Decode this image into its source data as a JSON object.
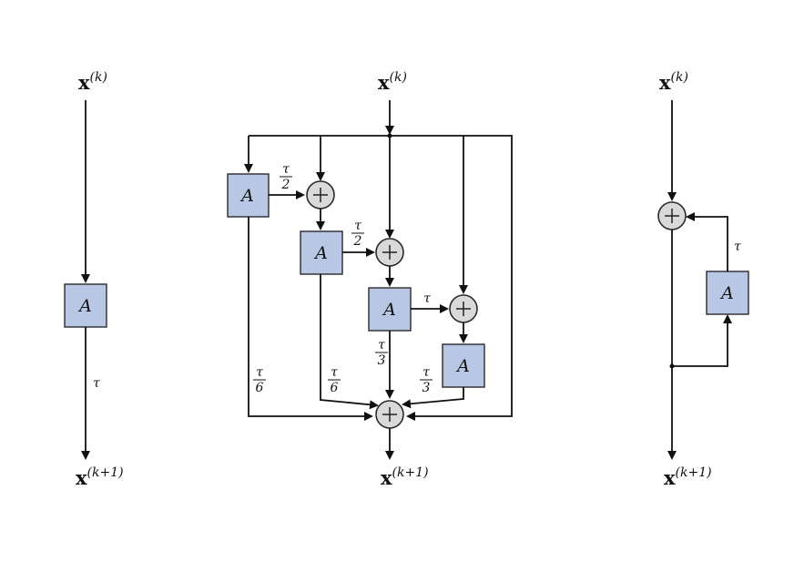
{
  "colors": {
    "block_fill": "#b7c7e4",
    "sum_fill": "#d9d9d9",
    "line": "#111111"
  },
  "vector_symbol": "x",
  "input_superscript": "(k)",
  "output_superscript": "(k+1)",
  "block_symbol": "A",
  "sum_symbol": "+",
  "weights": {
    "tau": "τ",
    "two": "2",
    "three": "3",
    "six": "6"
  },
  "diagrams": {
    "left": {
      "input_sup": "(k)",
      "output_sup": "(k+1)",
      "weight": "τ"
    },
    "middle": {
      "input_sup": "(k)",
      "output_sup": "(k+1)",
      "stage_weights": [
        "τ/2",
        "τ/2",
        "τ"
      ],
      "final_weights": [
        "τ/6",
        "τ/6",
        "τ/3",
        "τ/3"
      ]
    },
    "right": {
      "input_sup": "(k)",
      "output_sup": "(k+1)",
      "weight": "τ"
    }
  }
}
